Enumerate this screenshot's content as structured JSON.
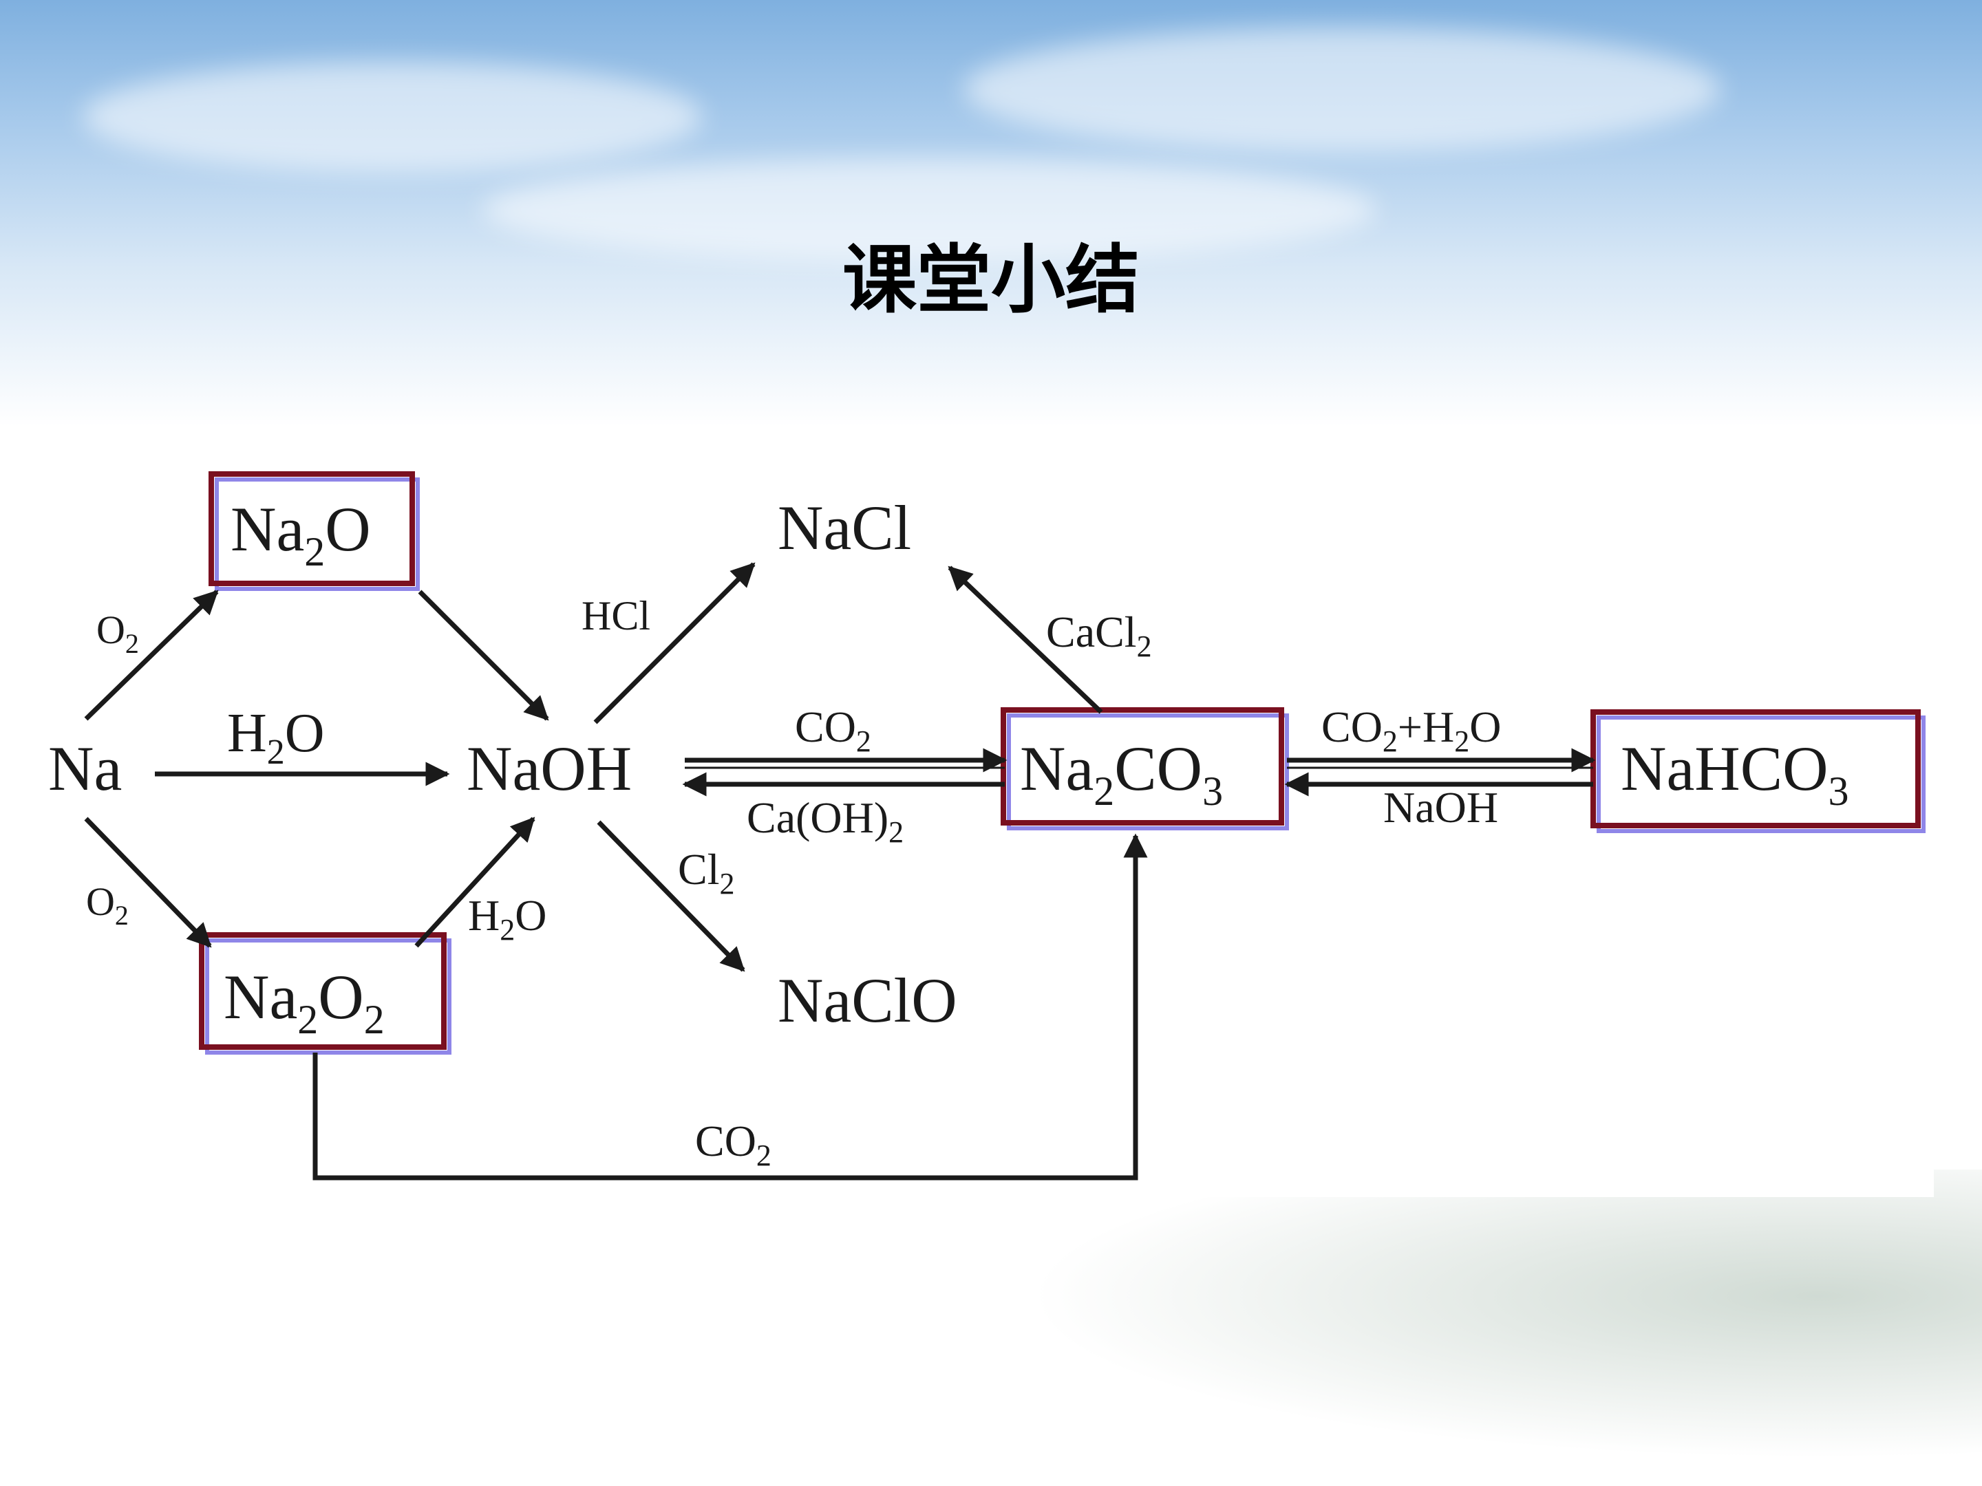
{
  "slide": {
    "title": "课堂小结"
  },
  "nodes": {
    "na": "Na",
    "na2o": [
      "Na",
      "2",
      "O"
    ],
    "na2o2": [
      "Na",
      "2",
      "O",
      "2"
    ],
    "naoh": "NaOH",
    "nacl": "NaCl",
    "naclo": "NaClO",
    "na2co3": [
      "Na",
      "2",
      "CO",
      "3"
    ],
    "nahco3": [
      "NaHCO",
      "3"
    ]
  },
  "reagents": {
    "o2_upper": [
      "O",
      "2"
    ],
    "o2_lower": [
      "O",
      "2"
    ],
    "h2o_center": [
      "H",
      "2",
      "O"
    ],
    "h2o_lower": [
      "H",
      "2",
      "O"
    ],
    "hcl": "HCl",
    "cl2": [
      "Cl",
      "2"
    ],
    "cacl2": [
      "CaCl",
      "2"
    ],
    "co2_forward": [
      "CO",
      "2"
    ],
    "caoh2_reverse": [
      "Ca(OH)",
      "2"
    ],
    "co2_h2o": [
      "CO",
      "2",
      "+H",
      "2",
      "O"
    ],
    "naoh_reverse": "NaOH",
    "co2_bottom": [
      "CO",
      "2"
    ]
  },
  "colors": {
    "box_border": "#7a1020",
    "box_shadow": "#8f86e8",
    "arrow": "#1a1a1a"
  }
}
